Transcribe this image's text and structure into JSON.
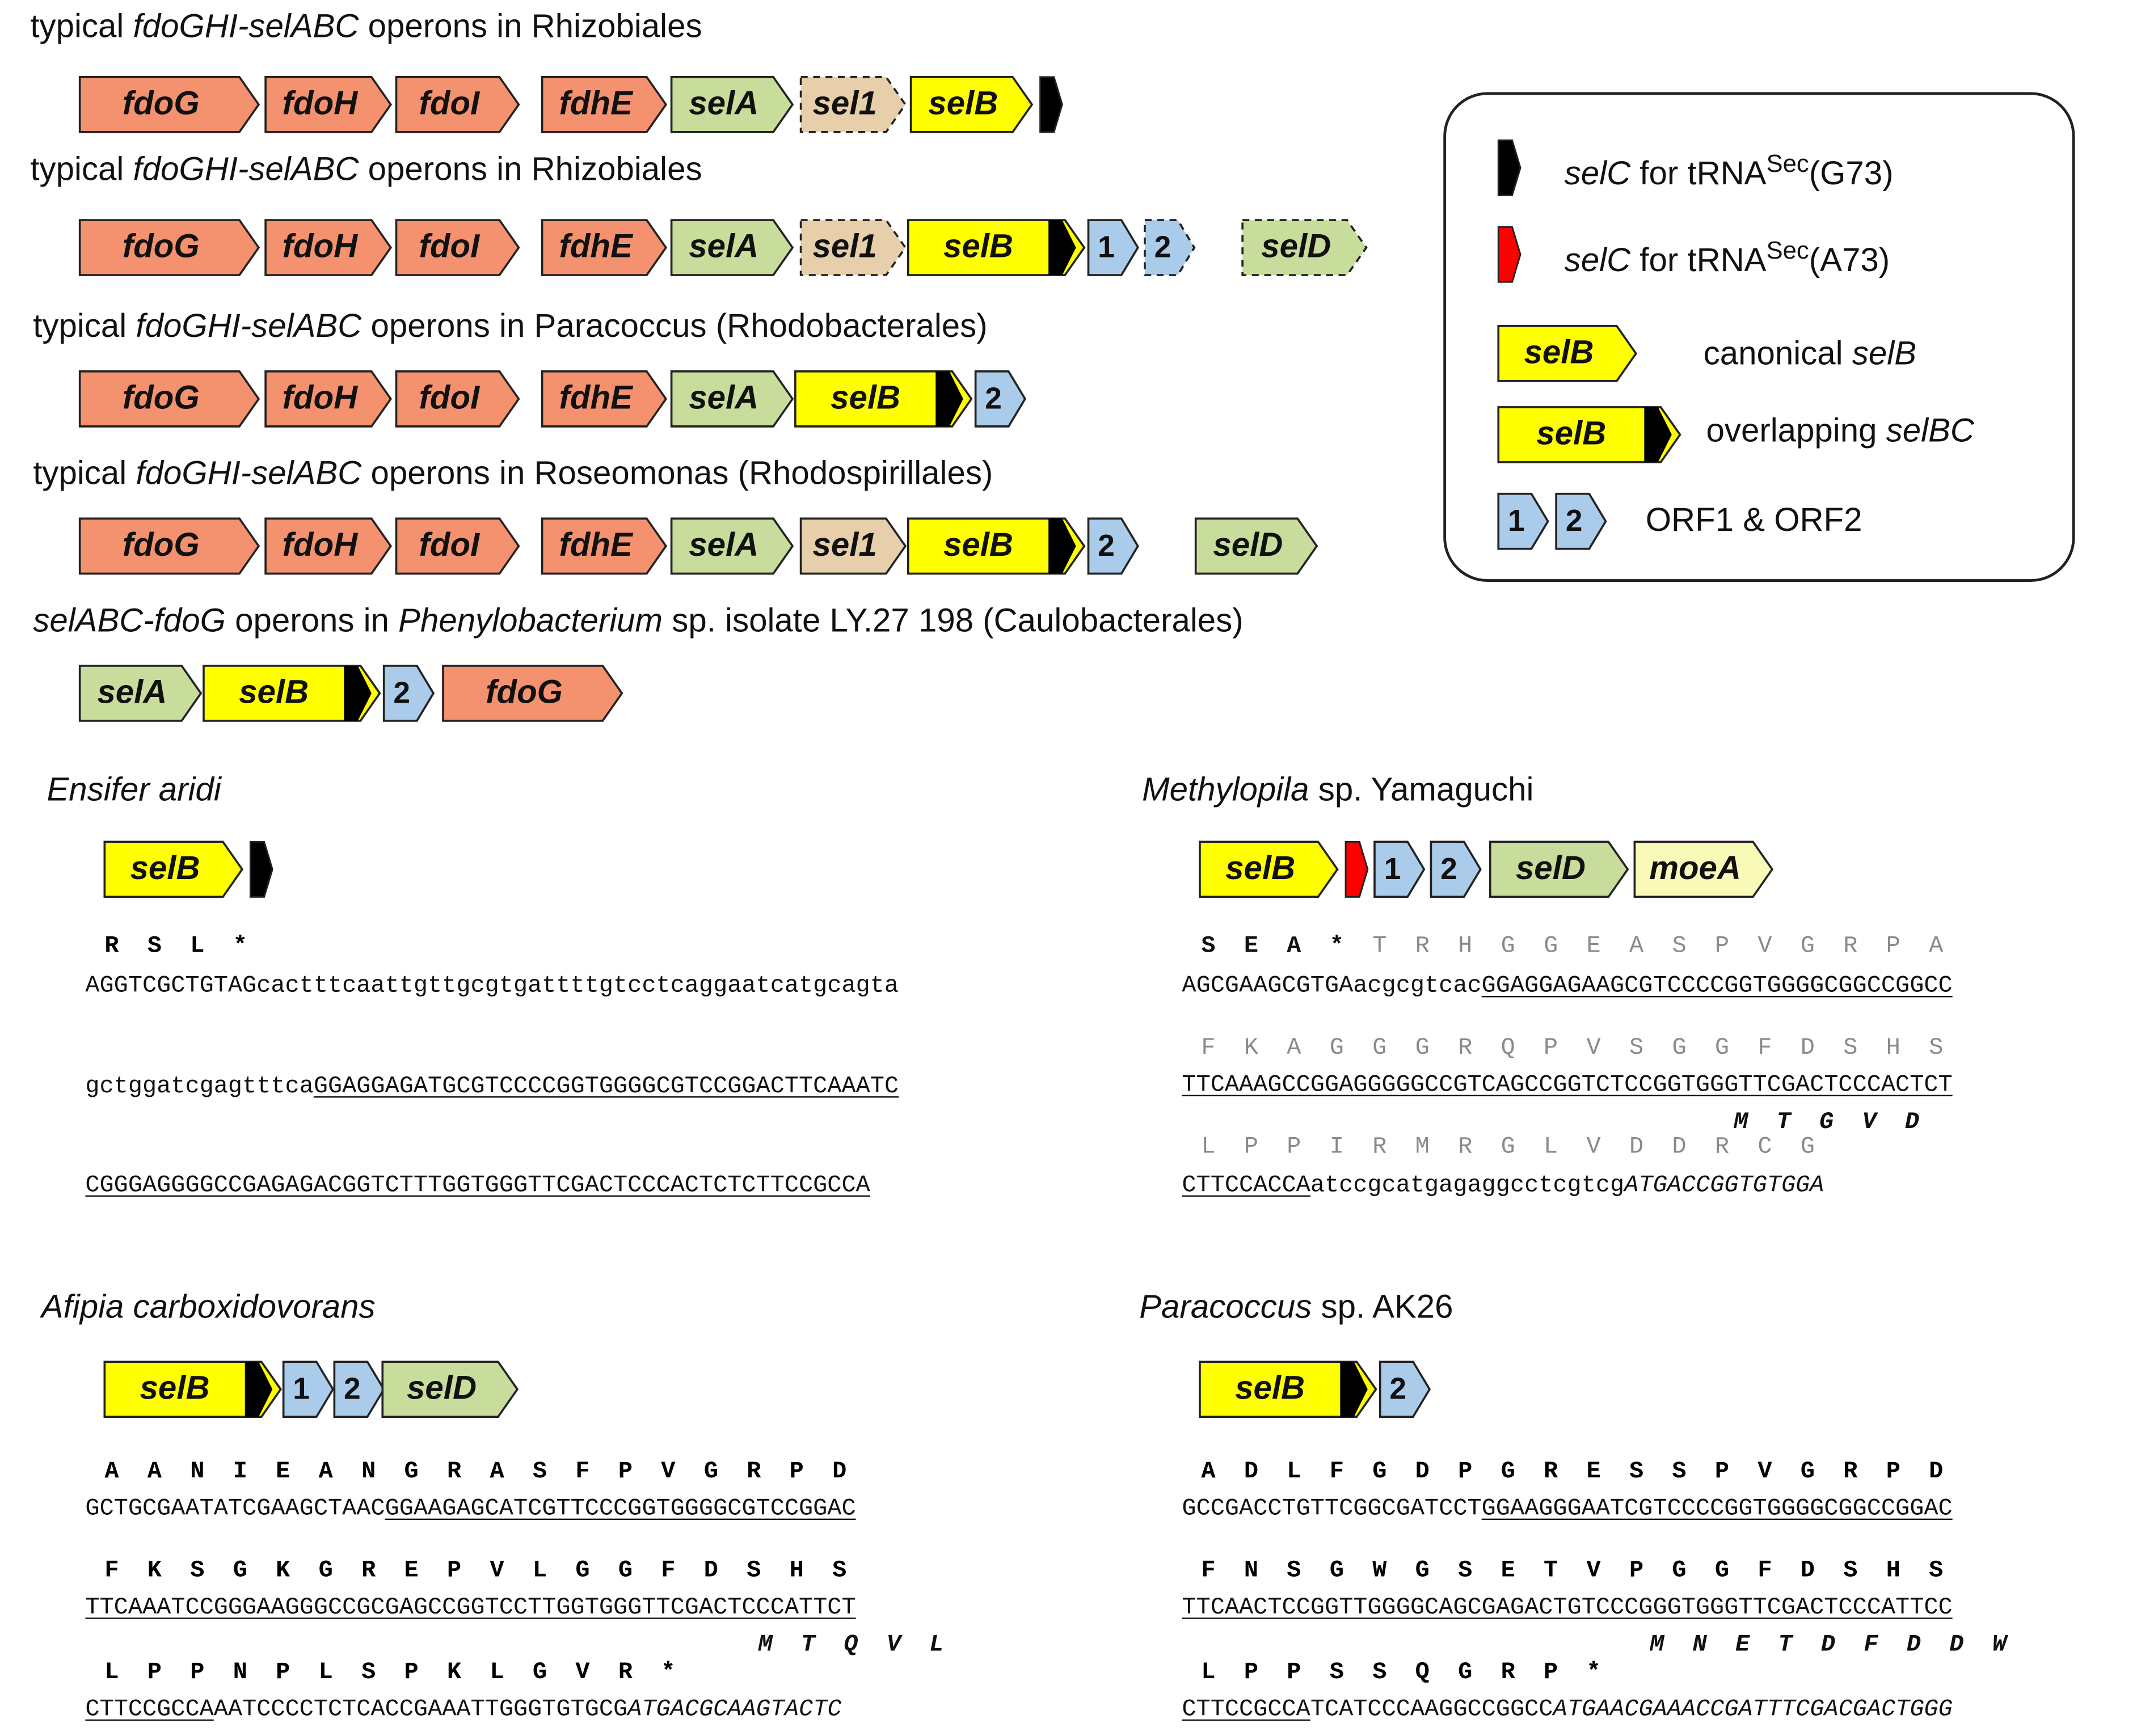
{
  "headings": {
    "h1": [
      "typical ",
      "fdoGHI-selABC",
      " operons in Rhizobiales"
    ],
    "h2": [
      "typical ",
      "fdoGHI-selABC",
      " operons in Rhizobiales"
    ],
    "h3": [
      "typical ",
      "fdoGHI-selABC",
      " operons in Paracoccus (Rhodobacterales)"
    ],
    "h4": [
      "typical ",
      "fdoGHI-selABC",
      " operons in Roseomonas (Rhodospirillales)"
    ],
    "h5": [
      "selABC-fdoG",
      " operons in ",
      "Phenylobacterium",
      " sp. isolate LY.27 198 (Caulobacterales)"
    ]
  },
  "colors": {
    "fdo": "#f4916f",
    "selA": "#c8dd9b",
    "sel1": "#e6cfaa",
    "selB": "#ffff00",
    "orf": "#aacbea",
    "moeA": "#fafab8",
    "selC_G73": "#000000",
    "selC_A73": "#ff0000",
    "stroke": "#222222"
  },
  "gene_labels": {
    "fdoG": "fdoG",
    "fdoH": "fdoH",
    "fdoI": "fdoI",
    "fdhE": "fdhE",
    "selA": "selA",
    "sel1": "sel1",
    "selB": "selB",
    "selD": "selD",
    "moeA": "moeA",
    "orf1": "1",
    "orf2": "2"
  },
  "legend": {
    "selC_g73": [
      "selC",
      " for tRNA",
      "Sec",
      "(G73)"
    ],
    "selC_a73": [
      "selC",
      " for tRNA",
      "Sec",
      "(A73)"
    ],
    "canonical": [
      "canonical ",
      "selB"
    ],
    "overlapping": [
      "overlapping ",
      "selBC"
    ],
    "orfs": "ORF1 & ORF2"
  },
  "panels": {
    "ensifer": {
      "title": [
        "Ensifer aridi",
        ""
      ],
      "aa1": "R  S  L  *",
      "seq1": "AGGTCGCTGTAGcactttcaattgttgcgtgattttgtcctcaggaatcatgcagta",
      "seq2_plain": "gctggatcgagtttca",
      "seq2_ul": "GGAGGAGATGCGTCCCCGGTGGGGCGTCCGGACTTCAAATC",
      "seq3_ul": "CGGGAGGGGCCGAGAGACGGTCTTTGGTGGGTTCGACTCCCACTCTCTTCCGCCA"
    },
    "methylopila": {
      "title": [
        "Methylopila",
        " sp. Yamaguchi"
      ],
      "aa1_dark": "S  E  A  *",
      "aa1_grey": "  T  R  H  G  G  E  A  S  P  V  G  R  P  A",
      "seq1_plain": "AGCGAAGCGTGAacgcgtcac",
      "seq1_ul": "GGAGGAGAAGCGTCCCCGGTGGGGCGGCCGGCC",
      "aa2_grey": "F  K  A  G  G  G  R  Q  P  V  S  G  G  F  D  S  H  S",
      "seq2_ul": "TTCAAAGCCGGAGGGGGCCGTCAGCCGGTCTCCGGTGGGTTCGACTCCCACTCT",
      "aa3_ital": "M  T  G  V  D",
      "aa3_grey": "L  P  P  I  R  M  R  G  L  V  D  D  R  C  G",
      "seq3_ul": "CTTCCACCA",
      "seq3_plain": "atccgcatgagaggcctcgtcg",
      "seq3_ital": "ATGACCGGTGTGGA"
    },
    "afipia": {
      "title": [
        "Afipia carboxidovorans",
        ""
      ],
      "aa1": "A  A  N  I  E  A  N  G  R  A  S  F  P  V  G  R  P  D",
      "seq1_plain": "GCTGCGAATATCGAAGCTAAC",
      "seq1_ul": "GGAAGAGCATCGTTCCCGGTGGGGCGTCCGGAC",
      "aa2": "F  K  S  G  K  G  R  E  P  V  L  G  G  F  D  S  H  S",
      "seq2_ul": "TTCAAATCCGGGAAGGGCCGCGAGCCGGTCCTTGGTGGGTTCGACTCCCATTCT",
      "aa3_ital": "M  T  Q  V  L",
      "aa3": "L  P  P  N  P  L  S  P  K  L  G  V  R  *",
      "seq3_ul": "CTTCCGCCA",
      "seq3_plain": "AATCCCCTCTCACCGAAATTGGGTGTGCG",
      "seq3_ital": "ATGACGCAAGTACTC"
    },
    "paracoccus": {
      "title": [
        "Paracoccus",
        " sp. AK26"
      ],
      "aa1": "A  D  L  F  G  D  P  G  R  E  S  S  P  V  G  R  P  D",
      "seq1_plain": "GCCGACCTGTTCGGCGATCCT",
      "seq1_ul": "GGAAGGGAATCGTCCCCGGTGGGGCGGCCGGAC",
      "aa2": "F  N  S  G  W  G  S  E  T  V  P  G  G  F  D  S  H  S",
      "seq2_ul": "TTCAACTCCGGTTGGGGCAGCGAGACTGTCCCGGGTGGGTTCGACTCCCATTCC",
      "aa3_ital": "M  N  E  T  D  F  D  D  W",
      "aa3": "L  P  P  S  S  Q  G  R  P  *",
      "seq3_ul": "CTTCCGCCA",
      "seq3_plain": "TCATCCCAAGGCCGGCC",
      "seq3_ital": "ATGAACGAAACCGATTTCGACGACTGGG"
    }
  }
}
